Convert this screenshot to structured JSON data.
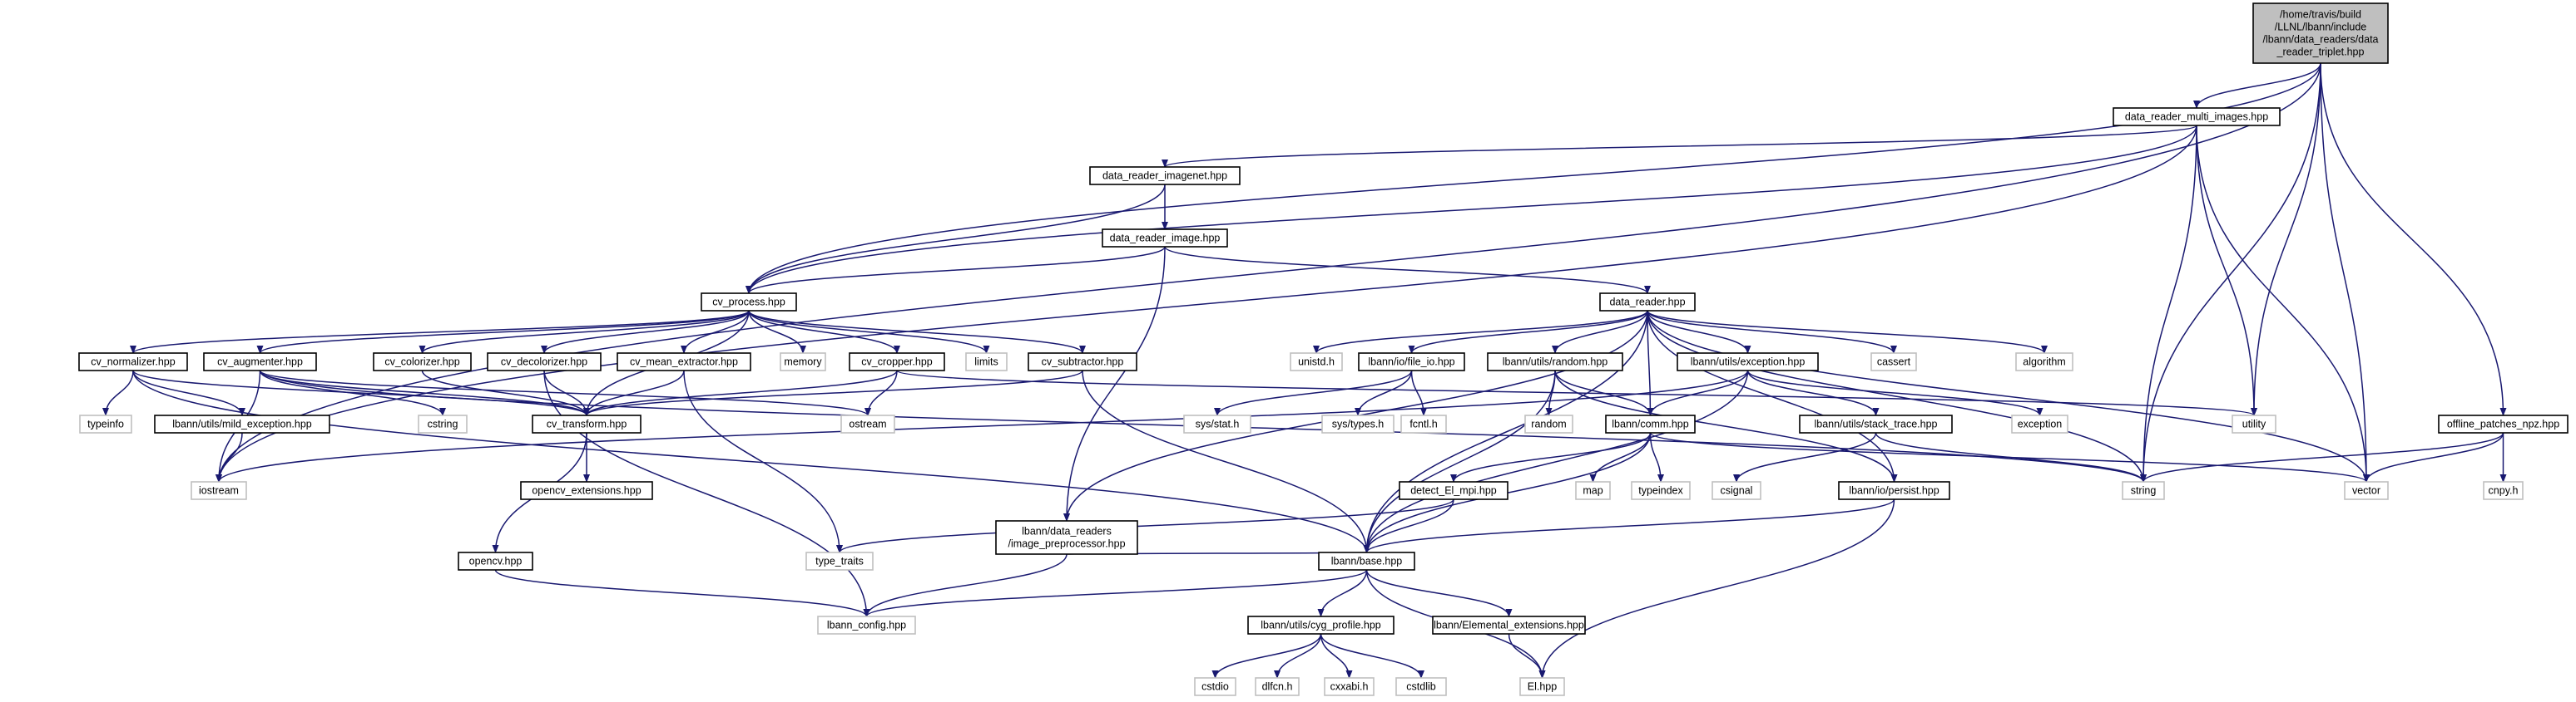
{
  "colors": {
    "edge": "#191970",
    "root_fill": "#bfbfbf",
    "root_border": "#000000",
    "doc_fill": "#ffffff",
    "doc_border": "#000000",
    "ext_fill": "#ffffff",
    "ext_border": "#bfbfbf",
    "ext_text": "#666666",
    "text": "#000000"
  },
  "nodes": [
    {
      "id": "root",
      "lines": [
        "/home/travis/build",
        "/LLNL/lbann/include",
        "/lbann/data_readers/data",
        "_reader_triplet.hpp"
      ],
      "kind": "root"
    },
    {
      "id": "multi",
      "lines": [
        "data_reader_multi_images.hpp"
      ],
      "kind": "doc"
    },
    {
      "id": "imagenet",
      "lines": [
        "data_reader_imagenet.hpp"
      ],
      "kind": "doc"
    },
    {
      "id": "image",
      "lines": [
        "data_reader_image.hpp"
      ],
      "kind": "doc"
    },
    {
      "id": "process",
      "lines": [
        "cv_process.hpp"
      ],
      "kind": "doc"
    },
    {
      "id": "reader",
      "lines": [
        "data_reader.hpp"
      ],
      "kind": "doc"
    },
    {
      "id": "normalizer",
      "lines": [
        "cv_normalizer.hpp"
      ],
      "kind": "doc"
    },
    {
      "id": "augmenter",
      "lines": [
        "cv_augmenter.hpp"
      ],
      "kind": "doc"
    },
    {
      "id": "colorizer",
      "lines": [
        "cv_colorizer.hpp"
      ],
      "kind": "doc"
    },
    {
      "id": "decolorizer",
      "lines": [
        "cv_decolorizer.hpp"
      ],
      "kind": "doc"
    },
    {
      "id": "meanext",
      "lines": [
        "cv_mean_extractor.hpp"
      ],
      "kind": "doc"
    },
    {
      "id": "memory",
      "lines": [
        "memory"
      ],
      "kind": "ext"
    },
    {
      "id": "cropper",
      "lines": [
        "cv_cropper.hpp"
      ],
      "kind": "doc"
    },
    {
      "id": "limits",
      "lines": [
        "limits"
      ],
      "kind": "ext"
    },
    {
      "id": "subtractor",
      "lines": [
        "cv_subtractor.hpp"
      ],
      "kind": "doc"
    },
    {
      "id": "typeinfo",
      "lines": [
        "typeinfo"
      ],
      "kind": "ext"
    },
    {
      "id": "mildexc",
      "lines": [
        "lbann/utils/mild_exception.hpp"
      ],
      "kind": "doc"
    },
    {
      "id": "cstring",
      "lines": [
        "cstring"
      ],
      "kind": "ext"
    },
    {
      "id": "transform",
      "lines": [
        "cv_transform.hpp"
      ],
      "kind": "doc"
    },
    {
      "id": "ostream",
      "lines": [
        "ostream"
      ],
      "kind": "ext"
    },
    {
      "id": "iostream",
      "lines": [
        "iostream"
      ],
      "kind": "ext"
    },
    {
      "id": "opencvext",
      "lines": [
        "opencv_extensions.hpp"
      ],
      "kind": "doc"
    },
    {
      "id": "opencv",
      "lines": [
        "opencv.hpp"
      ],
      "kind": "doc"
    },
    {
      "id": "imgpre",
      "lines": [
        "lbann/data_readers",
        "/image_preprocessor.hpp"
      ],
      "kind": "doc"
    },
    {
      "id": "unistd",
      "lines": [
        "unistd.h"
      ],
      "kind": "ext"
    },
    {
      "id": "fileio",
      "lines": [
        "lbann/io/file_io.hpp"
      ],
      "kind": "doc"
    },
    {
      "id": "random_hpp",
      "lines": [
        "lbann/utils/random.hpp"
      ],
      "kind": "doc"
    },
    {
      "id": "exception_hpp",
      "lines": [
        "lbann/utils/exception.hpp"
      ],
      "kind": "doc"
    },
    {
      "id": "cassert",
      "lines": [
        "cassert"
      ],
      "kind": "ext"
    },
    {
      "id": "algorithm",
      "lines": [
        "algorithm"
      ],
      "kind": "ext"
    },
    {
      "id": "sysstat",
      "lines": [
        "sys/stat.h"
      ],
      "kind": "ext"
    },
    {
      "id": "systypes",
      "lines": [
        "sys/types.h"
      ],
      "kind": "ext"
    },
    {
      "id": "fcntl",
      "lines": [
        "fcntl.h"
      ],
      "kind": "ext"
    },
    {
      "id": "random",
      "lines": [
        "random"
      ],
      "kind": "ext"
    },
    {
      "id": "comm",
      "lines": [
        "lbann/comm.hpp"
      ],
      "kind": "doc"
    },
    {
      "id": "stacktrace",
      "lines": [
        "lbann/utils/stack_trace.hpp"
      ],
      "kind": "doc"
    },
    {
      "id": "exception",
      "lines": [
        "exception"
      ],
      "kind": "ext"
    },
    {
      "id": "utility",
      "lines": [
        "utility"
      ],
      "kind": "ext"
    },
    {
      "id": "offline",
      "lines": [
        "offline_patches_npz.hpp"
      ],
      "kind": "doc"
    },
    {
      "id": "detectel",
      "lines": [
        "detect_El_mpi.hpp"
      ],
      "kind": "doc"
    },
    {
      "id": "map",
      "lines": [
        "map"
      ],
      "kind": "ext"
    },
    {
      "id": "typeindex",
      "lines": [
        "typeindex"
      ],
      "kind": "ext"
    },
    {
      "id": "csignal",
      "lines": [
        "csignal"
      ],
      "kind": "ext"
    },
    {
      "id": "persist",
      "lines": [
        "lbann/io/persist.hpp"
      ],
      "kind": "doc"
    },
    {
      "id": "string",
      "lines": [
        "string"
      ],
      "kind": "ext"
    },
    {
      "id": "vector",
      "lines": [
        "vector"
      ],
      "kind": "ext"
    },
    {
      "id": "cnpy",
      "lines": [
        "cnpy.h"
      ],
      "kind": "ext"
    },
    {
      "id": "typetraits",
      "lines": [
        "type_traits"
      ],
      "kind": "ext"
    },
    {
      "id": "base",
      "lines": [
        "lbann/base.hpp"
      ],
      "kind": "doc"
    },
    {
      "id": "config",
      "lines": [
        "lbann_config.hpp"
      ],
      "kind": "ext"
    },
    {
      "id": "cygprof",
      "lines": [
        "lbann/utils/cyg_profile.hpp"
      ],
      "kind": "doc"
    },
    {
      "id": "elemext",
      "lines": [
        "lbann/Elemental_extensions.hpp"
      ],
      "kind": "doc"
    },
    {
      "id": "cstdio",
      "lines": [
        "cstdio"
      ],
      "kind": "ext"
    },
    {
      "id": "dlfcn",
      "lines": [
        "dlfcn.h"
      ],
      "kind": "ext"
    },
    {
      "id": "cxxabi",
      "lines": [
        "cxxabi.h"
      ],
      "kind": "ext"
    },
    {
      "id": "cstdlib",
      "lines": [
        "cstdlib"
      ],
      "kind": "ext"
    },
    {
      "id": "elhpp",
      "lines": [
        "El.hpp"
      ],
      "kind": "ext"
    }
  ],
  "edges": [
    [
      "root",
      "multi"
    ],
    [
      "root",
      "process"
    ],
    [
      "root",
      "iostream"
    ],
    [
      "root",
      "utility"
    ],
    [
      "root",
      "string"
    ],
    [
      "root",
      "vector"
    ],
    [
      "root",
      "offline"
    ],
    [
      "multi",
      "imagenet"
    ],
    [
      "multi",
      "process"
    ],
    [
      "multi",
      "iostream"
    ],
    [
      "multi",
      "utility"
    ],
    [
      "multi",
      "string"
    ],
    [
      "multi",
      "vector"
    ],
    [
      "imagenet",
      "image"
    ],
    [
      "imagenet",
      "process"
    ],
    [
      "image",
      "process"
    ],
    [
      "image",
      "reader"
    ],
    [
      "image",
      "imgpre"
    ],
    [
      "process",
      "normalizer"
    ],
    [
      "process",
      "augmenter"
    ],
    [
      "process",
      "colorizer"
    ],
    [
      "process",
      "decolorizer"
    ],
    [
      "process",
      "meanext"
    ],
    [
      "process",
      "memory"
    ],
    [
      "process",
      "cropper"
    ],
    [
      "process",
      "limits"
    ],
    [
      "process",
      "subtractor"
    ],
    [
      "process",
      "transform"
    ],
    [
      "reader",
      "imgpre"
    ],
    [
      "reader",
      "unistd"
    ],
    [
      "reader",
      "fileio"
    ],
    [
      "reader",
      "random_hpp"
    ],
    [
      "reader",
      "exception_hpp"
    ],
    [
      "reader",
      "cassert"
    ],
    [
      "reader",
      "algorithm"
    ],
    [
      "reader",
      "comm"
    ],
    [
      "reader",
      "base"
    ],
    [
      "reader",
      "persist"
    ],
    [
      "reader",
      "string"
    ],
    [
      "reader",
      "vector"
    ],
    [
      "normalizer",
      "typeinfo"
    ],
    [
      "normalizer",
      "mildexc"
    ],
    [
      "normalizer",
      "transform"
    ],
    [
      "normalizer",
      "base"
    ],
    [
      "augmenter",
      "cstring"
    ],
    [
      "augmenter",
      "transform"
    ],
    [
      "augmenter",
      "iostream"
    ],
    [
      "augmenter",
      "ostream"
    ],
    [
      "augmenter",
      "string"
    ],
    [
      "colorizer",
      "transform"
    ],
    [
      "decolorizer",
      "transform"
    ],
    [
      "decolorizer",
      "config"
    ],
    [
      "meanext",
      "transform"
    ],
    [
      "meanext",
      "typetraits"
    ],
    [
      "cropper",
      "transform"
    ],
    [
      "cropper",
      "ostream"
    ],
    [
      "cropper",
      "utility"
    ],
    [
      "subtractor",
      "transform"
    ],
    [
      "subtractor",
      "base"
    ],
    [
      "mildexc",
      "iostream"
    ],
    [
      "transform",
      "opencvext"
    ],
    [
      "transform",
      "opencv"
    ],
    [
      "opencv",
      "config"
    ],
    [
      "imgpre",
      "config"
    ],
    [
      "imgpre",
      "base"
    ],
    [
      "fileio",
      "sysstat"
    ],
    [
      "fileio",
      "systypes"
    ],
    [
      "fileio",
      "fcntl"
    ],
    [
      "random_hpp",
      "random"
    ],
    [
      "random_hpp",
      "comm"
    ],
    [
      "random_hpp",
      "persist"
    ],
    [
      "random_hpp",
      "base"
    ],
    [
      "exception_hpp",
      "comm"
    ],
    [
      "exception_hpp",
      "stacktrace"
    ],
    [
      "exception_hpp",
      "exception"
    ],
    [
      "exception_hpp",
      "iostream"
    ],
    [
      "exception_hpp",
      "base"
    ],
    [
      "comm",
      "map"
    ],
    [
      "comm",
      "typeindex"
    ],
    [
      "comm",
      "detectel"
    ],
    [
      "comm",
      "base"
    ],
    [
      "comm",
      "vector"
    ],
    [
      "stacktrace",
      "csignal"
    ],
    [
      "stacktrace",
      "string"
    ],
    [
      "offline",
      "string"
    ],
    [
      "offline",
      "vector"
    ],
    [
      "offline",
      "cnpy"
    ],
    [
      "detectel",
      "base"
    ],
    [
      "detectel",
      "typetraits"
    ],
    [
      "persist",
      "base"
    ],
    [
      "persist",
      "elhpp"
    ],
    [
      "base",
      "config"
    ],
    [
      "base",
      "cygprof"
    ],
    [
      "base",
      "elemext"
    ],
    [
      "base",
      "elhpp"
    ],
    [
      "cygprof",
      "cstdio"
    ],
    [
      "cygprof",
      "dlfcn"
    ],
    [
      "cygprof",
      "cxxabi"
    ],
    [
      "cygprof",
      "cstdlib"
    ],
    [
      "elemext",
      "elhpp"
    ]
  ]
}
